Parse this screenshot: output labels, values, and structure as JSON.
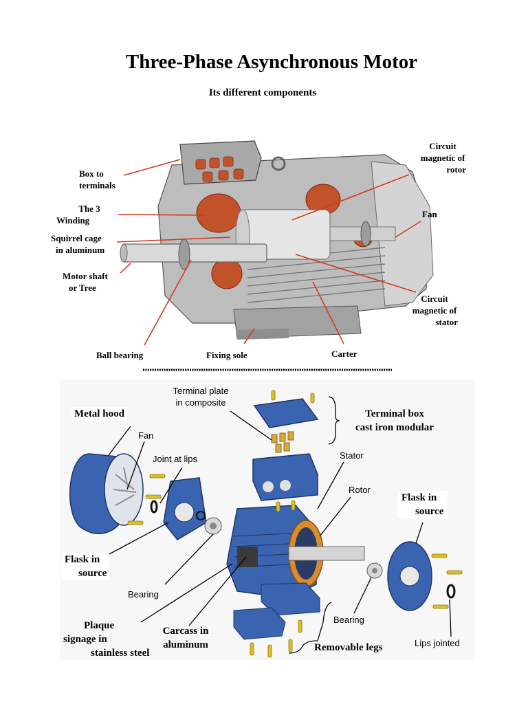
{
  "title": "Three-Phase Asynchronous Motor",
  "subtitle": "Its different components",
  "top_labels": {
    "box_terminals": [
      "Box to",
      "terminals"
    ],
    "winding": [
      "The 3",
      "Winding"
    ],
    "squirrel": [
      "Squirrel cage",
      "in aluminum"
    ],
    "shaft": [
      "Motor shaft",
      "or Tree"
    ],
    "ball_bearing": "Ball bearing",
    "fixing_sole": "Fixing sole",
    "carter": "Carter",
    "rotor_circuit": [
      "Circuit",
      "magnetic of",
      "rotor"
    ],
    "fan": "Fan",
    "stator_circuit": [
      "Circuit",
      "magnetic of",
      "stator"
    ]
  },
  "bottom_labels": {
    "metal_hood": "Metal hood",
    "fan": "Fan",
    "joint_lips": "Joint at lips",
    "terminal_plate": [
      "Terminal plate",
      "in composite"
    ],
    "terminal_box": [
      "Terminal box",
      "cast iron modular"
    ],
    "stator": "Stator",
    "rotor": "Rotor",
    "flask_right": [
      "Flask in",
      "source"
    ],
    "flask_left": [
      "Flask in",
      "source"
    ],
    "bearing_left": "Bearing",
    "plaque": [
      "Plaque",
      "signage in",
      "stainless steel"
    ],
    "carcass": [
      "Carcass in",
      "aluminum"
    ],
    "removable_legs": "Removable legs",
    "bearing_right": "Bearing",
    "lips_jointed": "Lips jointed"
  },
  "colors": {
    "leader_top": "#d23a1a",
    "motor_grey": "#b8b8b8",
    "winding_copper": "#c2522a",
    "part_blue": "#3a63b0",
    "bolt_yellow": "#e0c020"
  }
}
